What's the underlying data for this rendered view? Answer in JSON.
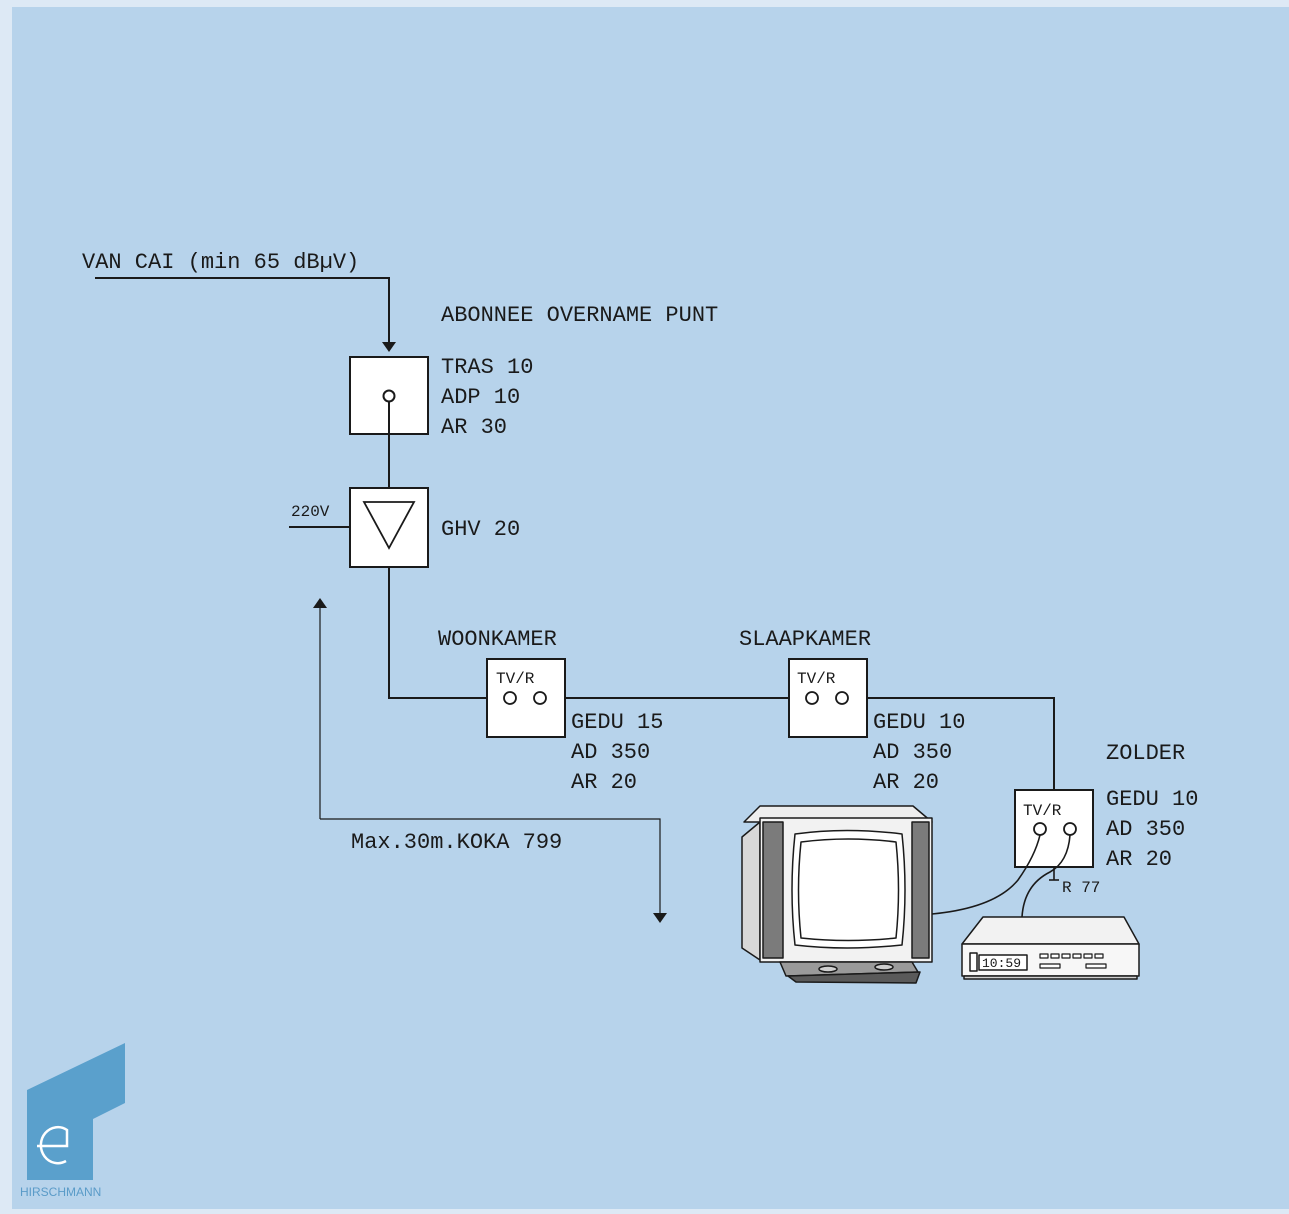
{
  "colors": {
    "page_border": "#dde9f5",
    "background": "#b7d3eb",
    "line": "#1a1a1a",
    "logo": "#5aa0cc"
  },
  "source": {
    "label": "VAN CAI (min 65 dBµV)"
  },
  "handover": {
    "title": "ABONNEE OVERNAME PUNT",
    "lines": [
      "TRAS 10",
      "ADP 10",
      "AR 30"
    ]
  },
  "amplifier": {
    "supply_label": "220V",
    "label": "GHV 20"
  },
  "cable_note": {
    "label": "Max.30m.KOKA 799"
  },
  "outlets": [
    {
      "room": "WOONKAMER",
      "badge": "TV/R",
      "lines": [
        "GEDU 15",
        "AD 350",
        "AR 20"
      ]
    },
    {
      "room": "SLAAPKAMER",
      "badge": "TV/R",
      "lines": [
        "GEDU 10",
        "AD 350",
        "AR 20"
      ]
    },
    {
      "room": "ZOLDER",
      "badge": "TV/R",
      "lines": [
        "GEDU 10",
        "AD 350",
        "AR 20"
      ],
      "terminator": "R 77"
    }
  ],
  "vcr": {
    "display": "10:59"
  },
  "icons": [
    "television-icon",
    "vcr-icon",
    "amplifier-triangle-icon",
    "coax-socket-icon",
    "hirschmann-logo"
  ],
  "logo": {
    "brand": "HIRSCHMANN"
  }
}
